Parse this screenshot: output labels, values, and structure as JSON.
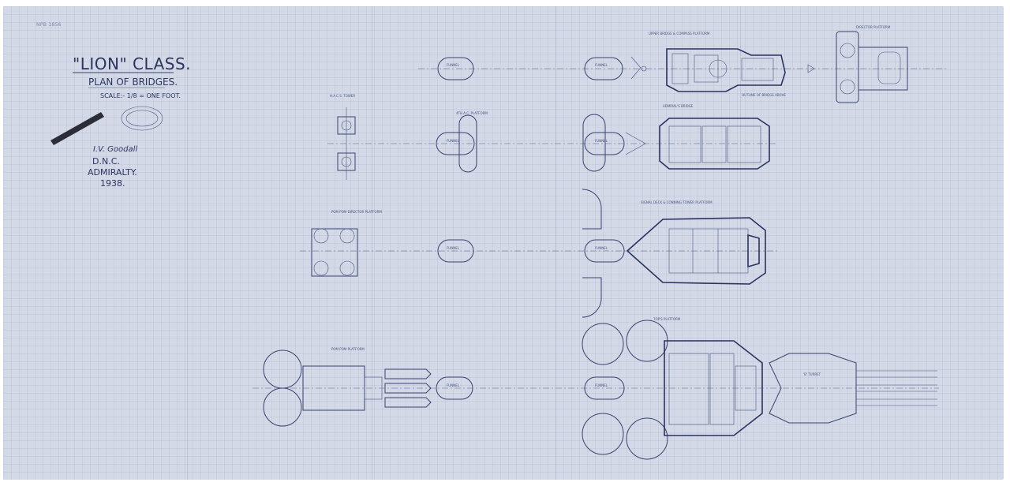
{
  "title_block": {
    "class_name": "\"LION\" CLASS.",
    "plan": "PLAN OF BRIDGES.",
    "scale": "SCALE:- 1/8 = ONE FOOT.",
    "signature": "I.V. Goodall",
    "dept": "D.N.C.",
    "org": "ADMIRALTY.",
    "year": "1938."
  },
  "corner_mark": "NPB 1856",
  "stamp_text": "",
  "sections": {
    "upper_bridge": "UPPER BRIDGE & COMPASS PLATFORM",
    "director": "DIRECTOR PLATFORM",
    "admirals_bridge": "ADMIRAL'S BRIDGE",
    "hacs_tower": "H.A.C.S. TOWER",
    "fourth_ac_platform": "4TH A.C. PLATFORM",
    "signal_deck": "SIGNAL DECK & CONNING TOWER PLATFORM",
    "pom_pom_director": "POM POM DIRECTOR PLATFORM",
    "top_platform": "TOP'S PLATFORM",
    "pom_pom": "POM POM PLATFORM",
    "b_turret": "'B' TURRET"
  },
  "funnel_label": "FUNNEL",
  "note_outline": "OUTLINE OF BRIDGE ABOVE"
}
